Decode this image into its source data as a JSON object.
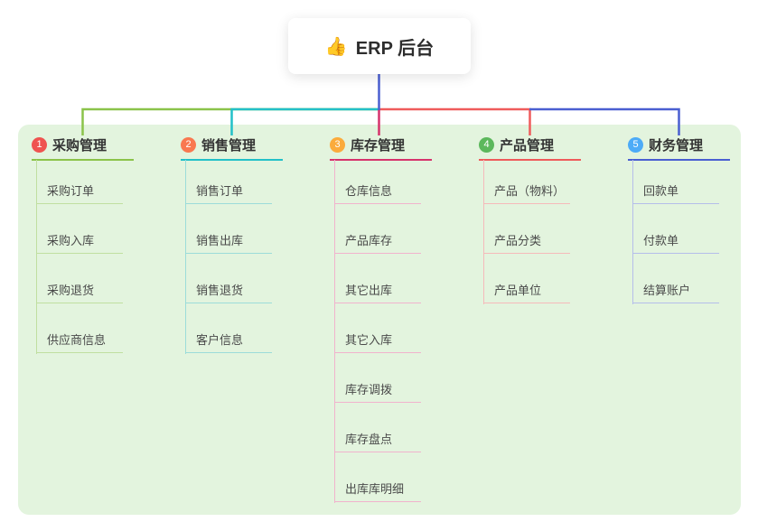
{
  "root": {
    "icon": "👍",
    "title": "ERP 后台"
  },
  "branches": [
    {
      "num": "1",
      "title": "采购管理",
      "badge_color": "#ef5350",
      "line_color": "#8bc34a",
      "light_color": "#c0dfa0",
      "children": [
        "采购订单",
        "采购入库",
        "采购退货",
        "供应商信息"
      ]
    },
    {
      "num": "2",
      "title": "销售管理",
      "badge_color": "#f97850",
      "line_color": "#22c0c8",
      "light_color": "#9cdcd9",
      "children": [
        "销售订单",
        "销售出库",
        "销售退货",
        "客户信息"
      ]
    },
    {
      "num": "3",
      "title": "库存管理",
      "badge_color": "#fbab3c",
      "line_color": "#d6336c",
      "light_color": "#f1b3cd",
      "children": [
        "仓库信息",
        "产品库存",
        "其它出库",
        "其它入库",
        "库存调拨",
        "库存盘点",
        "出库库明细"
      ]
    },
    {
      "num": "4",
      "title": "产品管理",
      "badge_color": "#5cb85c",
      "line_color": "#ef5b5b",
      "light_color": "#f5baba",
      "children": [
        "产品（物料）",
        "产品分类",
        "产品单位"
      ]
    },
    {
      "num": "5",
      "title": "财务管理",
      "badge_color": "#4dabf7",
      "line_color": "#4a5fd1",
      "light_color": "#b5beea",
      "children": [
        "回款单",
        "付款单",
        "结算账户"
      ]
    }
  ],
  "connector_colors": {
    "trunk": "#4a5fd1"
  },
  "canvas": {
    "background": "#ffffff",
    "panel_background": "#e3f4de"
  }
}
